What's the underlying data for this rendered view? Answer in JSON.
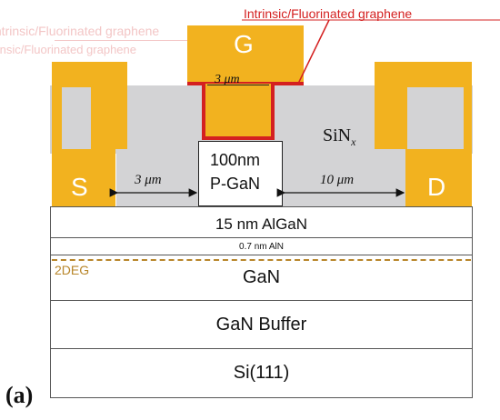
{
  "annotation_label": "Intrinsic/Fluorinated graphene",
  "ghost_label": "Intrinsic/Fluorinated graphene",
  "contacts": {
    "gate": "G",
    "source": "S",
    "drain": "D"
  },
  "passivation": {
    "label_main": "SiN",
    "label_sub": "x"
  },
  "p_gan": {
    "thickness": "100nm",
    "material": "P-GaN"
  },
  "dimensions": {
    "gate_width": "3 μm",
    "lgs": "3 μm",
    "lgd": "10 μm"
  },
  "layers": {
    "algan": "15 nm AlGaN",
    "aln": "0.7 nm AlN",
    "two_deg": "2DEG",
    "gan": "GaN",
    "buffer": "GaN Buffer",
    "substrate": "Si(111)"
  },
  "panel_label": "(a)",
  "colors": {
    "metal": "#f2b21f",
    "sinx": "#d3d3d5",
    "graphene": "#d42020",
    "two_deg": "#b8862a"
  }
}
